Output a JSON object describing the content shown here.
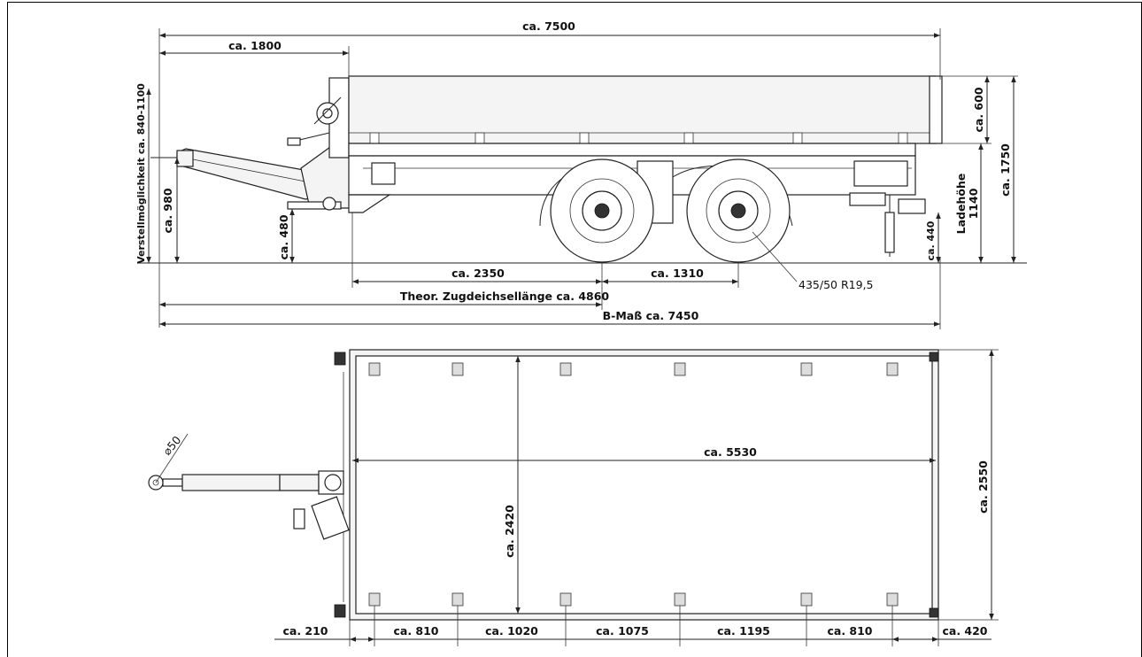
{
  "side_view": {
    "overall_length": "ca. 7500",
    "front_overhang": "ca. 1800",
    "height_adjust": "Verstellmöglichkeit ca. 840-1100",
    "coupling_height": "ca. 980",
    "drawbar_clearance": "ca. 480",
    "axle_front_distance": "ca. 2350",
    "axle_spacing": "ca. 1310",
    "tire_size": "435/50 R19,5",
    "drawbar_length": "Theor. Zugdeichsellänge ca. 4860",
    "b_dimension": "B-Maß ca. 7450",
    "side_wall_height": "ca. 600",
    "load_height_label": "Ladehöhe",
    "load_height_value": "1140",
    "total_height": "ca. 1750",
    "rear_clearance": "ca. 440"
  },
  "top_view": {
    "eye_diameter": "⌀50",
    "inner_length": "ca. 5530",
    "inner_width": "ca. 2420",
    "outer_width": "ca. 2550",
    "spacings": [
      "ca. 210",
      "ca. 810",
      "ca. 1020",
      "ca. 1075",
      "ca. 1195",
      "ca. 810",
      "ca. 420"
    ]
  }
}
